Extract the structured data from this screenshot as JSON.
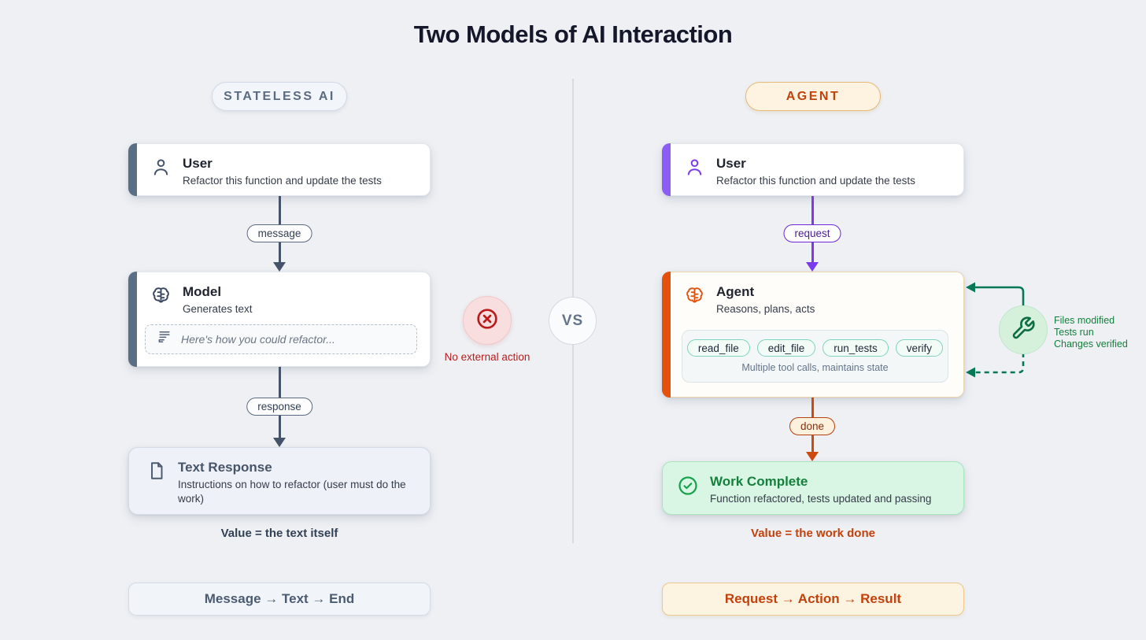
{
  "title": "Two Models of AI Interaction",
  "colors": {
    "background": "#eef0f4",
    "slate_accent": "#5a6e86",
    "slate_arrow": "#44536a",
    "purple_accent": "#8b5cf6",
    "orange_accent": "#e4500e",
    "rust_text": "#c2410c",
    "green_accent": "#16a34a",
    "dark_green_arrow": "#047857",
    "red_status": "#b91c1c",
    "teal_pill_border": "#7fd2bd"
  },
  "left": {
    "badge": "STATELESS AI",
    "user_card": {
      "icon": "user-icon",
      "title": "User",
      "subtitle": "Refactor this function and update the tests"
    },
    "edge1": "message",
    "model_card": {
      "icon": "brain-icon",
      "title": "Model",
      "subtitle": "Generates text",
      "quote": "Here's how you could refactor..."
    },
    "edge2": "response",
    "result_card": {
      "icon": "document-icon",
      "title": "Text Response",
      "subtitle": "Instructions on how to refactor (user must do the work)"
    },
    "value_line": "Value = the text itself",
    "flow_summary": "Message → Text → End"
  },
  "center": {
    "no_action_icon": "x-circle-icon",
    "no_action_label": "No external action",
    "vs": "VS"
  },
  "right": {
    "badge": "AGENT",
    "user_card": {
      "icon": "user-icon",
      "title": "User",
      "subtitle": "Refactor this function and update the tests"
    },
    "edge1": "request",
    "agent_card": {
      "icon": "brain-icon",
      "title": "Agent",
      "subtitle": "Reasons, plans, acts",
      "tools": [
        "read_file",
        "edit_file",
        "run_tests",
        "verify"
      ],
      "tools_caption": "Multiple tool calls, maintains state"
    },
    "edge2": "done",
    "result_card": {
      "icon": "check-circle-icon",
      "title": "Work Complete",
      "subtitle": "Function refactored, tests updated and passing"
    },
    "value_line": "Value = the work done",
    "flow_summary": "Request → Action → Result",
    "side_effects": {
      "icon": "wrench-icon",
      "lines": [
        "Files modified",
        "Tests run",
        "Changes verified"
      ]
    }
  }
}
